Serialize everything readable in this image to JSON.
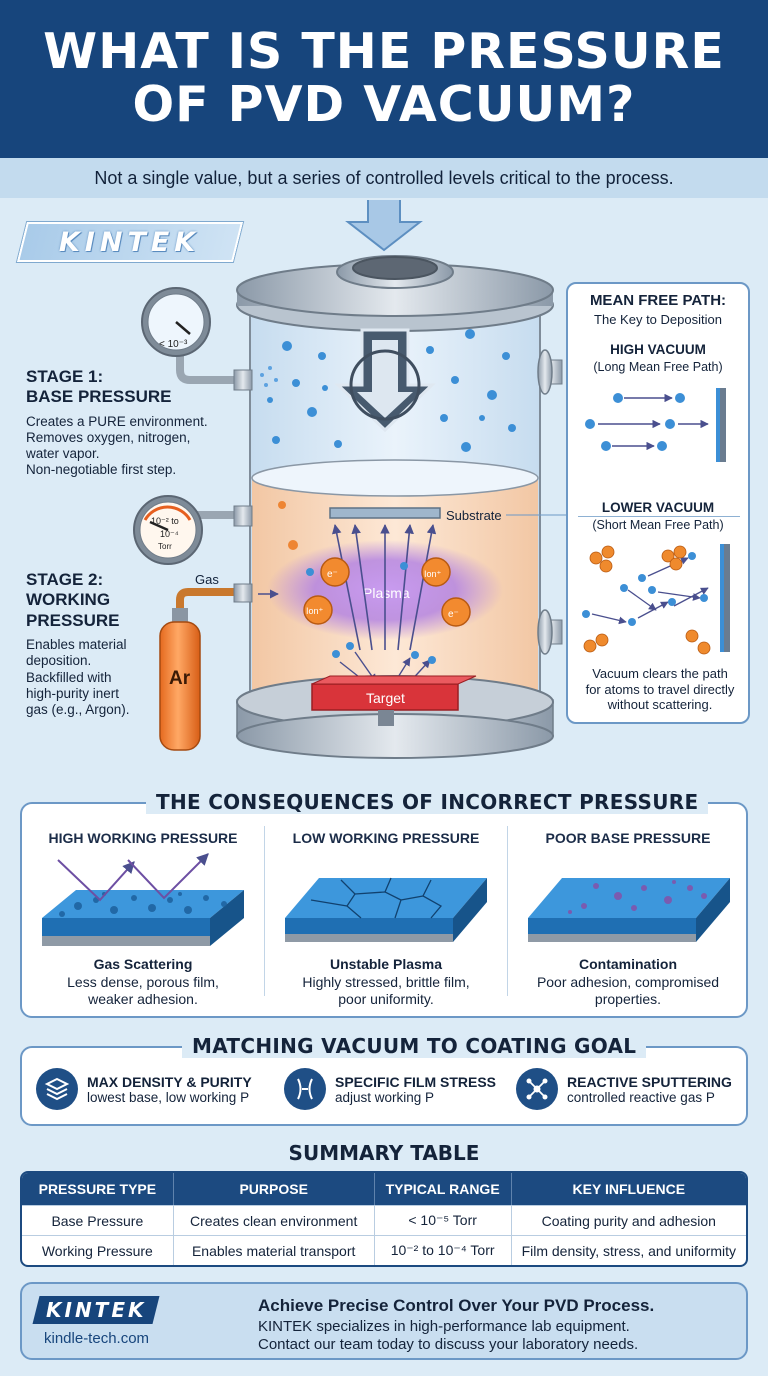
{
  "header": {
    "title": "WHAT IS THE PRESSURE\nOF PVD VACUUM?"
  },
  "subtitle": "Not a single value, but a series of controlled levels critical to the process.",
  "brand": {
    "logo": "KINTEK",
    "url": "kindle-tech.com"
  },
  "stage1": {
    "title": "STAGE 1:\nBASE PRESSURE",
    "description": "Creates a PURE environment.\nRemoves oxygen, nitrogen,\nwater vapor.\nNon-negotiable first step.",
    "gauge": "< 10⁻³"
  },
  "stage2": {
    "title": "STAGE 2:\nWORKING\nPRESSURE",
    "description": "Enables material\ndeposition.\nBackfilled with\nhigh-purity inert\ngas (e.g., Argon).",
    "gauge_line1": "10⁻² to",
    "gauge_line2": "10⁻⁴",
    "gauge_line3": "Torr",
    "gas_label": "Gas",
    "cylinder_label": "Ar"
  },
  "chamber": {
    "substrate": "Substrate",
    "plasma": "Plasma",
    "target": "Target",
    "electron": "e⁻",
    "ion": "Ion⁺"
  },
  "mean_free_path": {
    "title": "MEAN FREE PATH:",
    "subtitle": "The Key to Deposition",
    "high_title": "HIGH VACUUM",
    "high_sub": "(Long Mean Free Path)",
    "low_title": "LOWER VACUUM",
    "low_sub": "(Short Mean Free Path)",
    "note": "Vacuum clears the path\nfor atoms to travel directly\nwithout scattering."
  },
  "consequences": {
    "title": "THE CONSEQUENCES OF INCORRECT PRESSURE",
    "items": [
      {
        "heading": "HIGH WORKING PRESSURE",
        "name": "Gas Scattering",
        "description": "Less dense, porous film,\nweaker adhesion."
      },
      {
        "heading": "LOW WORKING PRESSURE",
        "name": "Unstable Plasma",
        "description": "Highly stressed, brittle film,\npoor uniformity."
      },
      {
        "heading": "POOR BASE PRESSURE",
        "name": "Contamination",
        "description": "Poor adhesion, compromised\nproperties."
      }
    ]
  },
  "goals": {
    "title": "MATCHING VACUUM TO COATING GOAL",
    "items": [
      {
        "heading": "MAX DENSITY & PURITY",
        "detail": "lowest base, low working P",
        "icon": "layers-icon"
      },
      {
        "heading": "SPECIFIC FILM STRESS",
        "detail": "adjust working P",
        "icon": "stress-icon"
      },
      {
        "heading": "REACTIVE SPUTTERING",
        "detail": "controlled reactive gas P",
        "icon": "molecule-icon"
      }
    ]
  },
  "summary": {
    "title": "SUMMARY TABLE",
    "columns": [
      "PRESSURE TYPE",
      "PURPOSE",
      "TYPICAL RANGE",
      "KEY INFLUENCE"
    ],
    "rows": [
      [
        "Base Pressure",
        "Creates clean environment",
        "< 10⁻⁵ Torr",
        "Coating purity and adhesion"
      ],
      [
        "Working Pressure",
        "Enables material transport",
        "10⁻² to 10⁻⁴ Torr",
        "Film density, stress, and uniformity"
      ]
    ]
  },
  "footer": {
    "headline": "Achieve Precise Control Over Your PVD Process.",
    "line1": "KINTEK specializes in high-performance lab equipment.",
    "line2": "Contact our team today to discuss your laboratory needs."
  },
  "colors": {
    "primary": "#17457c",
    "background": "#dcebf6",
    "plasma": "#a16bd8",
    "target": "#d9343a",
    "cylinder": "#f08232"
  }
}
